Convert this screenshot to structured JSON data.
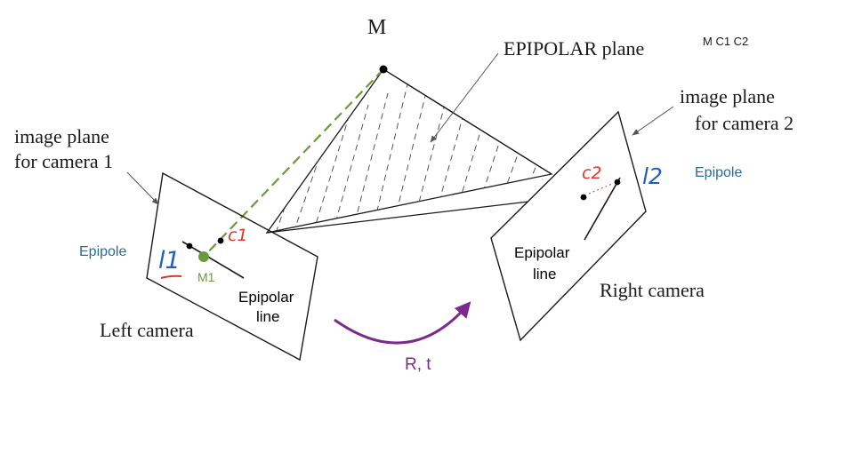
{
  "point_label": "M",
  "epipolar_plane_label": "EPIPOLAR plane",
  "annotation_top": "M C1 C2",
  "left": {
    "image_plane_line1": "image plane",
    "image_plane_line2": "for camera 1",
    "camera_label": "Left camera",
    "epipole_label": "Epipole",
    "epipolar_line_line1": "Epipolar",
    "epipolar_line_line2": "line",
    "projection_label": "M1",
    "center_label": "c1",
    "line_label": "l1"
  },
  "right": {
    "image_plane_line1": "image plane",
    "image_plane_line2": "for camera 2",
    "camera_label": "Right camera",
    "epipole_label": "Epipole",
    "epipolar_line_line1": "Epipolar",
    "epipolar_line_line2": "line",
    "center_label": "c2",
    "line_label": "l2"
  },
  "transform_label": "R, t",
  "colors": {
    "ink": "#1a1a1a",
    "epipole_blue": "#2b6b96",
    "handwritten_blue": "#1f5fbf",
    "handwritten_red": "#e0352b",
    "projection_green": "#6a9a3a",
    "transform_purple": "#7b2a8e"
  }
}
